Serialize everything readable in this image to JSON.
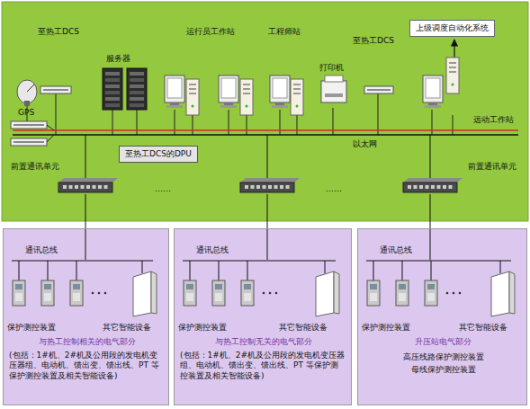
{
  "diagram": {
    "nodes": [
      {
        "text": [
          "上级调度自动化系统"
        ]
      },
      {
        "text": [
          "至热工DCS的DPU"
        ]
      },
      {
        "text": [
          "通讯总线",
          "保护测控装置",
          "其它智能设备",
          "与热工控制相关的电气部分",
          "(包括：1#机、2#机及公用段的发电机变压器组、电动机、馈出变、馈出线、PT 等保护测控装置及相关智能设备)"
        ]
      },
      {
        "text": [
          "通讯总线",
          "保护测控装置",
          "其它智能设备",
          "与热工控制无关的电气部分",
          "(包括：1#机、2#机及公用段的发电机变压器组、电动机、馈出变、馈出线、PT 等保护测控装置及相关智能设备)"
        ]
      },
      {
        "text": [
          "通讯总线",
          "保护测控装置",
          "其它智能设备",
          "升压站电气部分",
          "高压线路保护测控装置",
          "母线保护测控装置"
        ]
      }
    ],
    "labels": [
      "GPS",
      "至热工DCS",
      "服务器",
      "运行员工作站",
      "工程师站",
      "打印机",
      "至热工DCS",
      "远动工作站",
      "以太网",
      "前置通讯单元",
      "前置通讯单元",
      "……",
      "……"
    ]
  }
}
